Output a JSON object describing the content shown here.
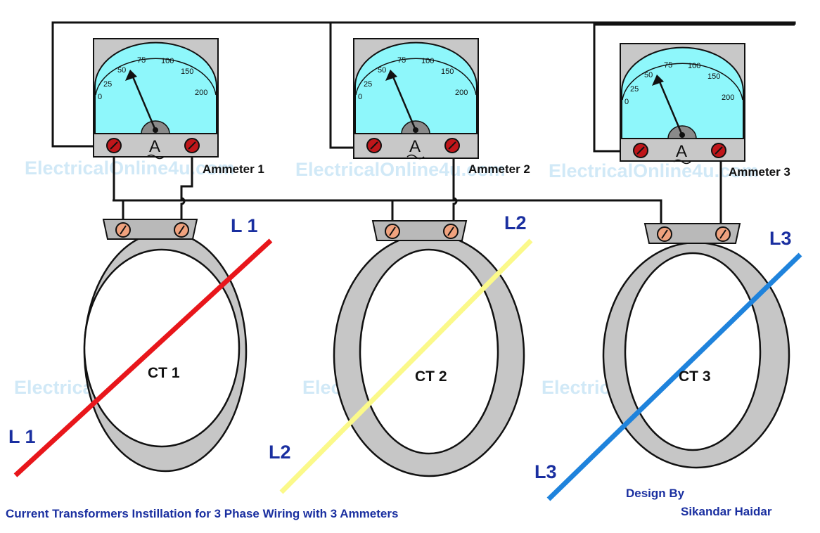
{
  "ammeters": [
    {
      "label": "Ammeter 1",
      "unit": "A",
      "scale": [
        "0",
        "25",
        "50",
        "75",
        "100",
        "150",
        "200"
      ]
    },
    {
      "label": "Ammeter 2",
      "unit": "A",
      "scale": [
        "0",
        "25",
        "50",
        "75",
        "100",
        "150",
        "200"
      ]
    },
    {
      "label": "Ammeter 3",
      "unit": "A",
      "scale": [
        "0",
        "25",
        "50",
        "75",
        "100",
        "150",
        "200"
      ]
    }
  ],
  "current_transformers": [
    {
      "label": "CT 1"
    },
    {
      "label": "CT 2"
    },
    {
      "label": "CT 3"
    }
  ],
  "lines": [
    {
      "top_label": "L 1",
      "bottom_label": "L 1",
      "color": "#e8161b"
    },
    {
      "top_label": "L2",
      "bottom_label": "L2",
      "color": "#fbf98a"
    },
    {
      "top_label": "L3",
      "bottom_label": "L3",
      "color": "#1f83dc"
    }
  ],
  "watermark": "ElectricalOnline4u.com",
  "caption": "Current Transformers Instillation for 3 Phase Wiring with 3 Ammeters",
  "credit": {
    "line1": "Design By",
    "line2": "Sikandar Haidar"
  },
  "colors": {
    "meter_face": "#8ef7fb",
    "meter_body": "#c8c8c8",
    "terminal": "#c0161a",
    "ct_terminal": "#f0a27e",
    "ct_ring": "#c6c6c6"
  }
}
